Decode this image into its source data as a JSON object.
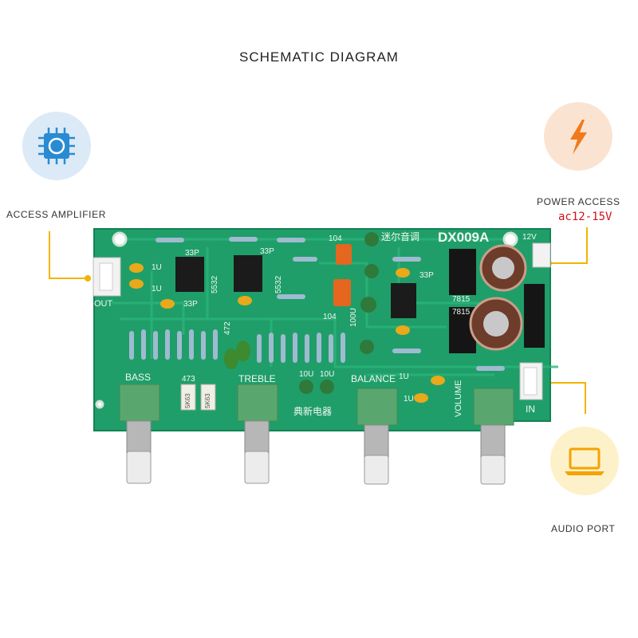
{
  "title": "SCHEMATIC DIAGRAM",
  "callouts": {
    "amplifier": "ACCESS AMPLIFIER",
    "power": "POWER ACCESS",
    "power_spec": "ac12-15V",
    "audio": "AUDIO PORT"
  },
  "board": {
    "model": "DX009A",
    "chinese_title": "迷尔音调",
    "maker": "典新电器",
    "labels": {
      "bass": "BASS",
      "treble": "TREBLE",
      "balance": "BALANCE",
      "volume": "VOLUME",
      "out": "OUT",
      "in": "IN",
      "v12": "12V",
      "ic1": "5532",
      "ic2": "5532",
      "reg1": "7815",
      "reg2": "7815",
      "c33p_a": "33P",
      "c33p_b": "33P",
      "c33p_c": "33P",
      "c33p_d": "33P",
      "c1u_a": "1U",
      "c1u_b": "1U",
      "c1u_c": "1U",
      "c1u_d": "1U",
      "c104_a": "104",
      "c104_b": "104",
      "c472": "472",
      "c473": "473",
      "pot_a": "5K63",
      "pot_b": "5K63",
      "c100u": "100U",
      "c10u_a": "10U",
      "c10u_b": "10U"
    }
  },
  "colors": {
    "accent": "#f2b400",
    "power_text": "#d0121b",
    "pcb": "#1f9e69",
    "icon_blue_bg": "#dbeaf6",
    "icon_orange_bg": "#fbe3d2",
    "icon_yellow_bg": "#fdf1c9"
  },
  "icons": {
    "amplifier": "chip-icon",
    "power": "lightning-icon",
    "audio": "laptop-icon"
  }
}
